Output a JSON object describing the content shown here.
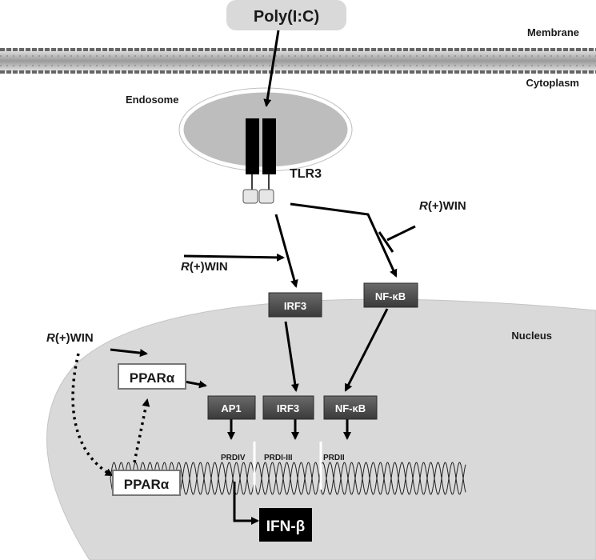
{
  "labels": {
    "ligand": "Poly(I:C)",
    "membrane": "Membrane",
    "cytoplasm": "Cytoplasm",
    "endosome": "Endosome",
    "receptor": "TLR3",
    "nucleus": "Nucleus",
    "inhibitor_tlr3_prefix": "R",
    "inhibitor_tlr3_suffix": "(+)WIN",
    "inhibitor_nfkb_prefix": "R",
    "inhibitor_nfkb_suffix": "(+)WIN",
    "inhibitor_ppar_prefix": "R",
    "inhibitor_ppar_suffix": "(+)WIN"
  },
  "cytoplasm_nodes": {
    "irf3": "IRF3",
    "nfkb": "NF-κB"
  },
  "nucleus_nodes": {
    "ppara_upper": "PPARα",
    "ppara_lower": "PPARα",
    "ap1": "AP1",
    "irf3": "IRF3",
    "nfkb": "NF-κB"
  },
  "promoter_regions": {
    "prdiv": "PRDIV",
    "prdi_iii": "PRDI-III",
    "prdii": "PRDII"
  },
  "output": {
    "gene": "IFN-β"
  },
  "colors": {
    "node_dark": "#4a4a4a",
    "nucleus_fill": "#d9d9d9",
    "endosome_fill": "#bdbdbd",
    "ligand_fill": "#d9d9d9",
    "output_fill": "#000000"
  }
}
